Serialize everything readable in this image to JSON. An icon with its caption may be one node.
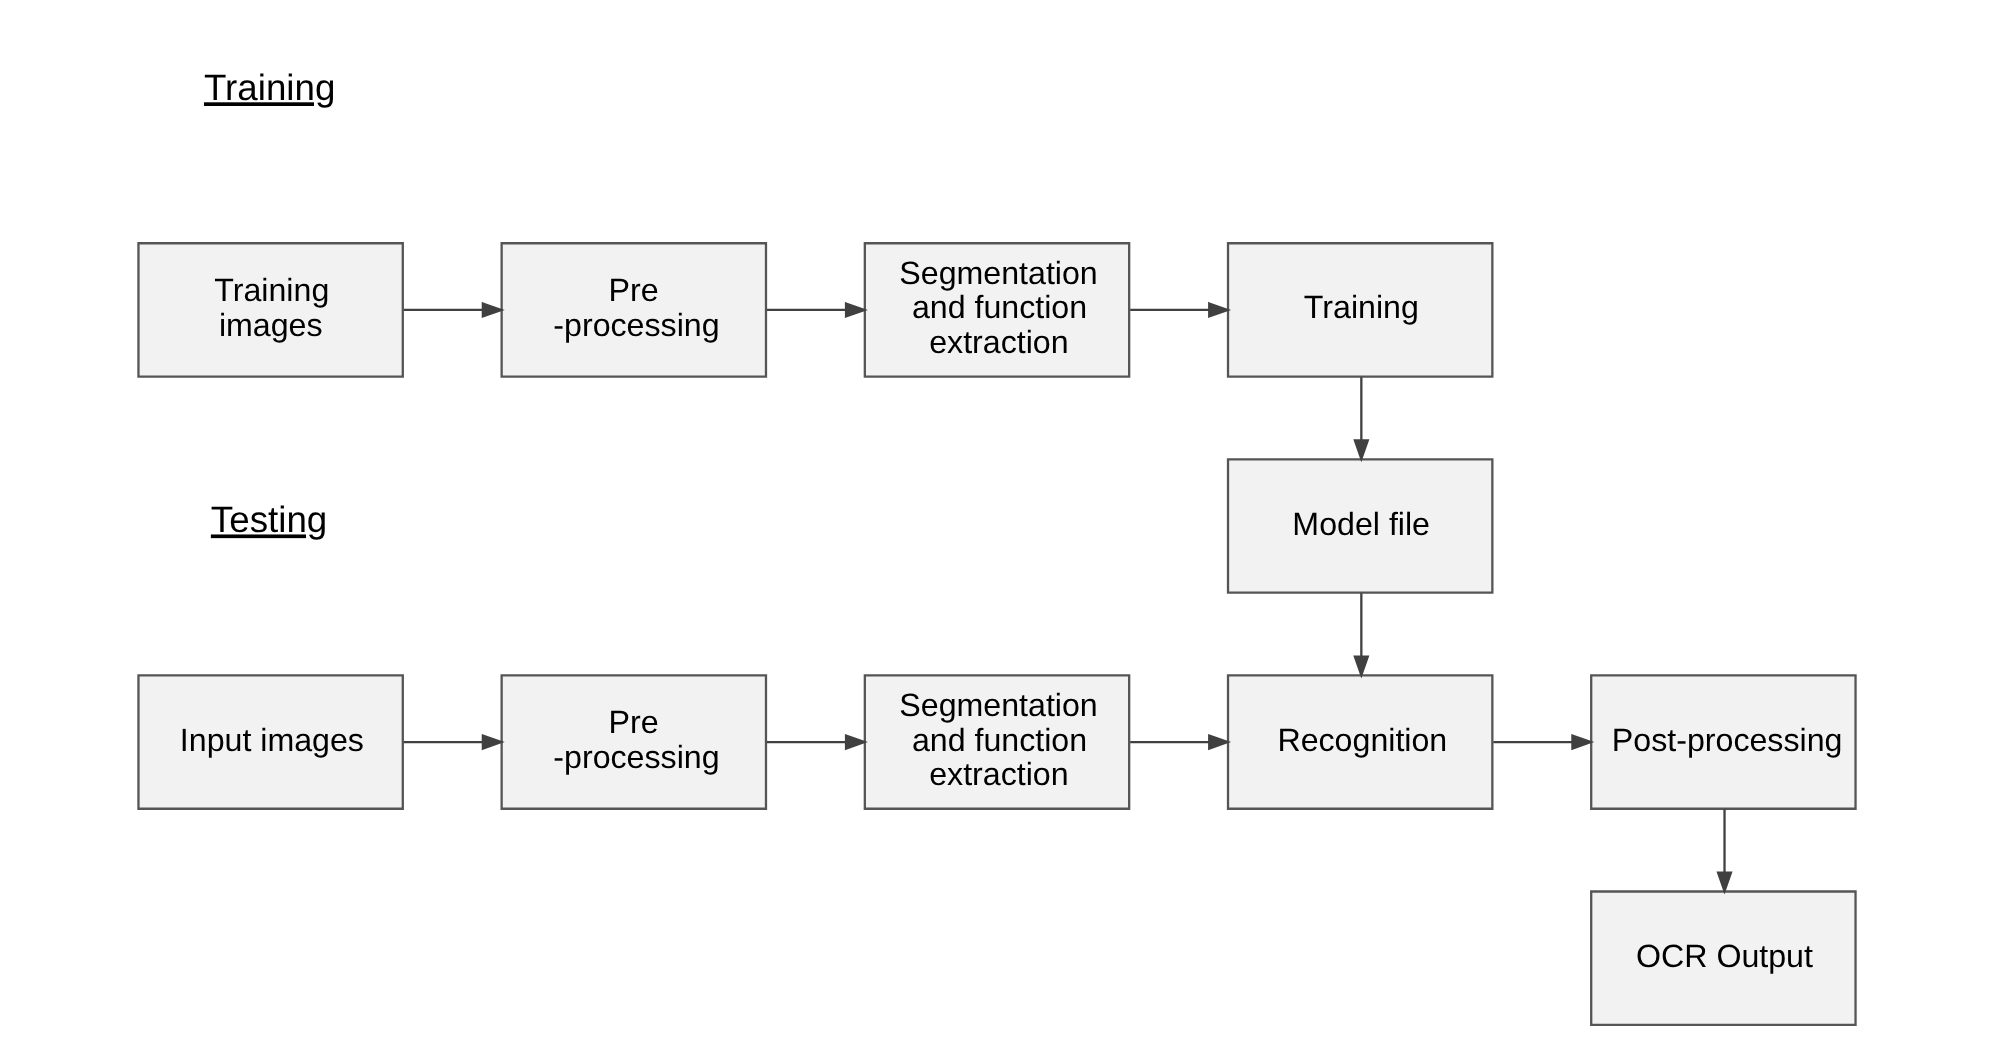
{
  "diagram": {
    "nodes": [
      {
        "text": [
          "Training images"
        ]
      },
      {
        "text": [
          "Pre -processing"
        ]
      },
      {
        "text": [
          "Segmentation and function extraction"
        ]
      },
      {
        "text": [
          "Training"
        ]
      },
      {
        "text": [
          "Model file"
        ]
      },
      {
        "text": [
          "Input images"
        ]
      },
      {
        "text": [
          "Pre -processing"
        ]
      },
      {
        "text": [
          "Segmentation and function extraction"
        ]
      },
      {
        "text": [
          "Recognition"
        ]
      },
      {
        "text": [
          "Post-processing"
        ]
      },
      {
        "text": [
          "OCR Output"
        ]
      }
    ],
    "edges": [
      {
        "from": 0,
        "to": 1,
        "arrow": "to"
      },
      {
        "from": 1,
        "to": 2,
        "arrow": "to"
      },
      {
        "from": 2,
        "to": 3,
        "arrow": "to"
      },
      {
        "from": 3,
        "to": 4,
        "arrow": "to"
      },
      {
        "from": 4,
        "to": 8,
        "arrow": "to"
      },
      {
        "from": 5,
        "to": 6,
        "arrow": "to"
      },
      {
        "from": 6,
        "to": 7,
        "arrow": "to"
      },
      {
        "from": 7,
        "to": 8,
        "arrow": "to"
      },
      {
        "from": 8,
        "to": 9,
        "arrow": "to"
      },
      {
        "from": 9,
        "to": 10,
        "arrow": "to"
      }
    ],
    "labels": [
      "Training",
      "Testing"
    ]
  }
}
